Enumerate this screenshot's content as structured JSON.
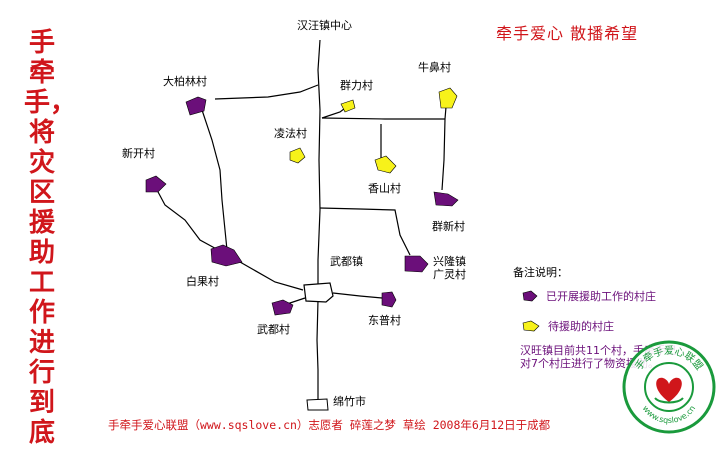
{
  "side_title": "手牵手，将灾区援助工作进行到底",
  "slogan": "牵手爱心   散播希望",
  "places": {
    "hanwang": "汉汪镇中心",
    "dabailin": "大柏林村",
    "qunli": "群力村",
    "niubi": "牛鼻村",
    "lingfa": "凌法村",
    "xinkai": "新开村",
    "xiangshan": "香山村",
    "qunxin": "群新村",
    "wudu_town": "武都镇",
    "xinglong": "兴隆镇",
    "guangling": "广灵村",
    "baiguo": "白果村",
    "dongpu": "东普村",
    "wudu_village": "武都村",
    "mianzhu": "绵竹市"
  },
  "legend": {
    "title": "备注说明：",
    "started": "已开展援助工作的村庄",
    "waiting": "待援助的村庄",
    "colors": {
      "started": "#6b0f7a",
      "waiting": "#f7f21a"
    }
  },
  "note": "汉旺镇目前共11个村，手牵手已对7个村庄进行了物资援助。",
  "footer": "手牵手爱心联盟（www.sqslove.cn）志愿者 碎莲之梦 草绘 2008年6月12日于成都",
  "seal": {
    "text": "手牵手爱心联盟",
    "url": "www.sqslove.cn",
    "colors": {
      "ring": "#1a9a3c",
      "heart": "#d0161b"
    }
  }
}
